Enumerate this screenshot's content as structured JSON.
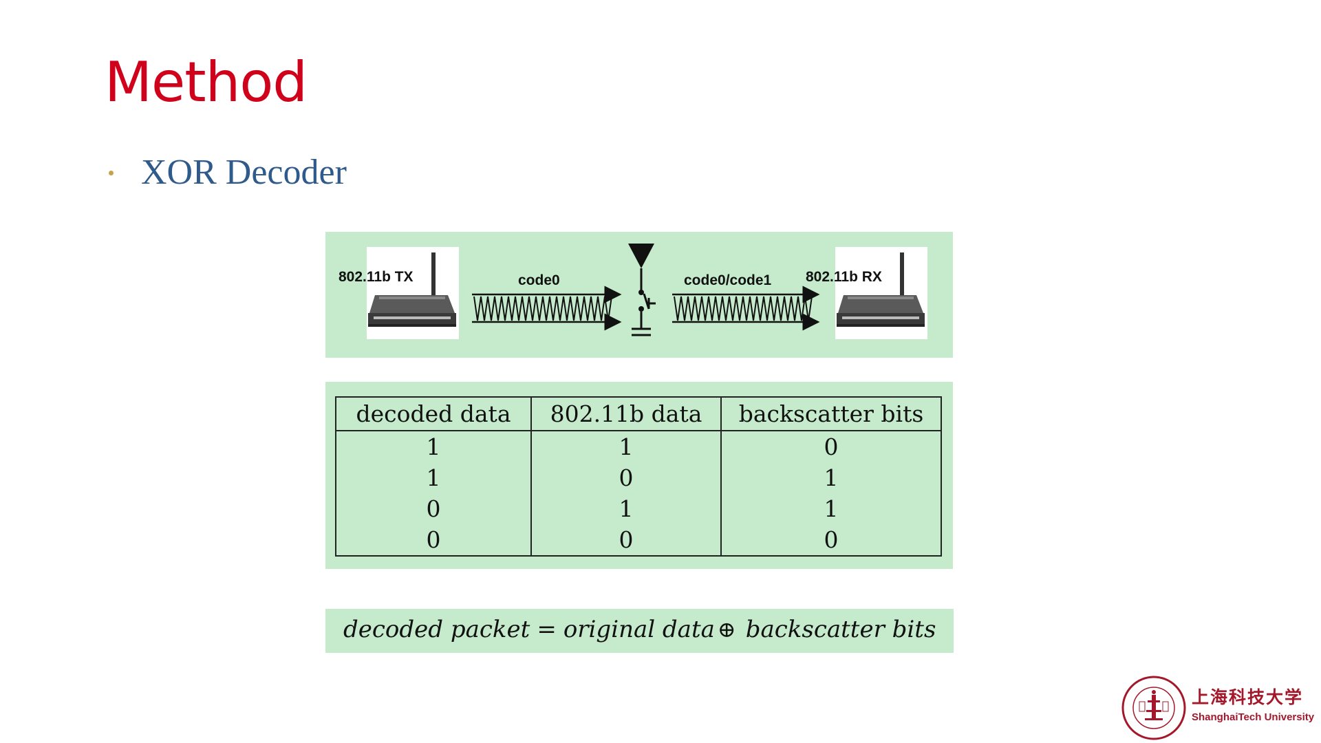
{
  "slide": {
    "title": "Method",
    "bullet": "XOR Decoder"
  },
  "diagram": {
    "tx_label": "802.11b TX",
    "rx_label": "802.11b RX",
    "forward_code_label": "code0",
    "backscatter_code_label": "code0/code1",
    "icons": [
      "router-icon",
      "wave-arrow-icon",
      "antenna-switch-icon",
      "ground-icon"
    ]
  },
  "table": {
    "headers": [
      "decoded data",
      "802.11b data",
      "backscatter bits"
    ],
    "rows": [
      [
        "1",
        "1",
        "0"
      ],
      [
        "1",
        "0",
        "1"
      ],
      [
        "0",
        "1",
        "1"
      ],
      [
        "0",
        "0",
        "0"
      ]
    ]
  },
  "formula": {
    "lhs": "decoded packet",
    "equals": "=",
    "term1": "original data",
    "operator": "⊕",
    "term2": "backscatter bits"
  },
  "logo": {
    "chinese_name": "上海科技大学",
    "english_name": "ShanghaiTech University"
  },
  "colors": {
    "title": "#d0021b",
    "bullet_text": "#2e5a8c",
    "bullet_dot": "#c8a24a",
    "panel_background": "#c5ebcc",
    "logo": "#a3182a"
  }
}
